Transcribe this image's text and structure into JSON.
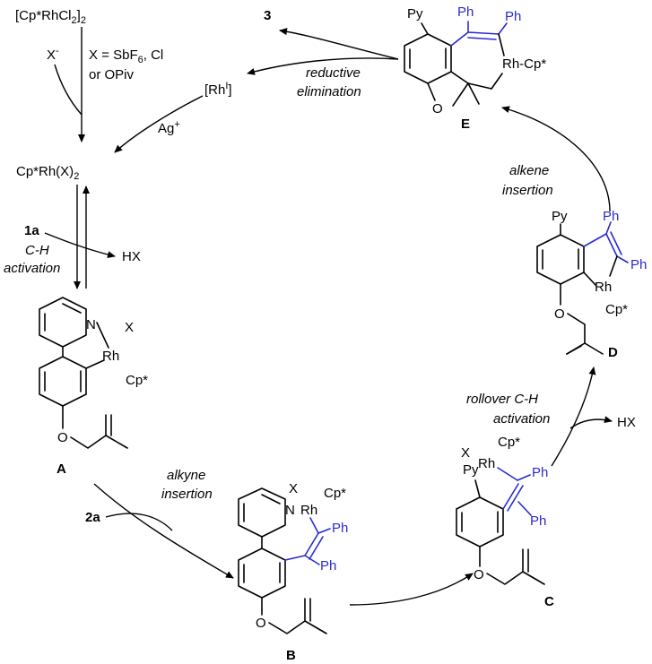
{
  "reagents": {
    "precatalyst": "[Cp*RhCl",
    "precatalyst_sub": "2",
    "precatalyst_end": "]",
    "precatalyst_sub2": "2",
    "anion": "X",
    "anion_sup": "-",
    "x_def_line1": "X = SbF",
    "x_def_sub": "6",
    "x_def_line1_end": ", Cl",
    "x_def_line2": "or OPiv",
    "rh1": "[Rh",
    "rh1_sup": "I",
    "rh1_end": "]",
    "silver": "Ag",
    "silver_sup": "+",
    "active_cat": "Cp*Rh(X)",
    "active_cat_sub": "2",
    "substrate": "1a",
    "alkyne": "2a",
    "product": "3",
    "hx1": "HX",
    "hx2": "HX"
  },
  "steps": {
    "ch_activation_1": "C-H",
    "ch_activation_2": "activation",
    "alkyne_insertion_1": "alkyne",
    "alkyne_insertion_2": "insertion",
    "rollover_1": "rollover C-H",
    "rollover_2": "activation",
    "alkene_insertion_1": "alkene",
    "alkene_insertion_2": "insertion",
    "reductive_1": "reductive",
    "reductive_2": "elimination"
  },
  "intermediates": {
    "A": "A",
    "B": "B",
    "C": "C",
    "D": "D",
    "E": "E"
  },
  "atoms": {
    "N": "N",
    "Rh": "Rh",
    "X": "X",
    "Cp": "Cp*",
    "Py": "Py",
    "Ph": "Ph",
    "O": "O",
    "RhCp": "Rh-Cp*"
  },
  "colors": {
    "alkyne_fragment": "#2a2ad0",
    "ink": "#000000"
  }
}
